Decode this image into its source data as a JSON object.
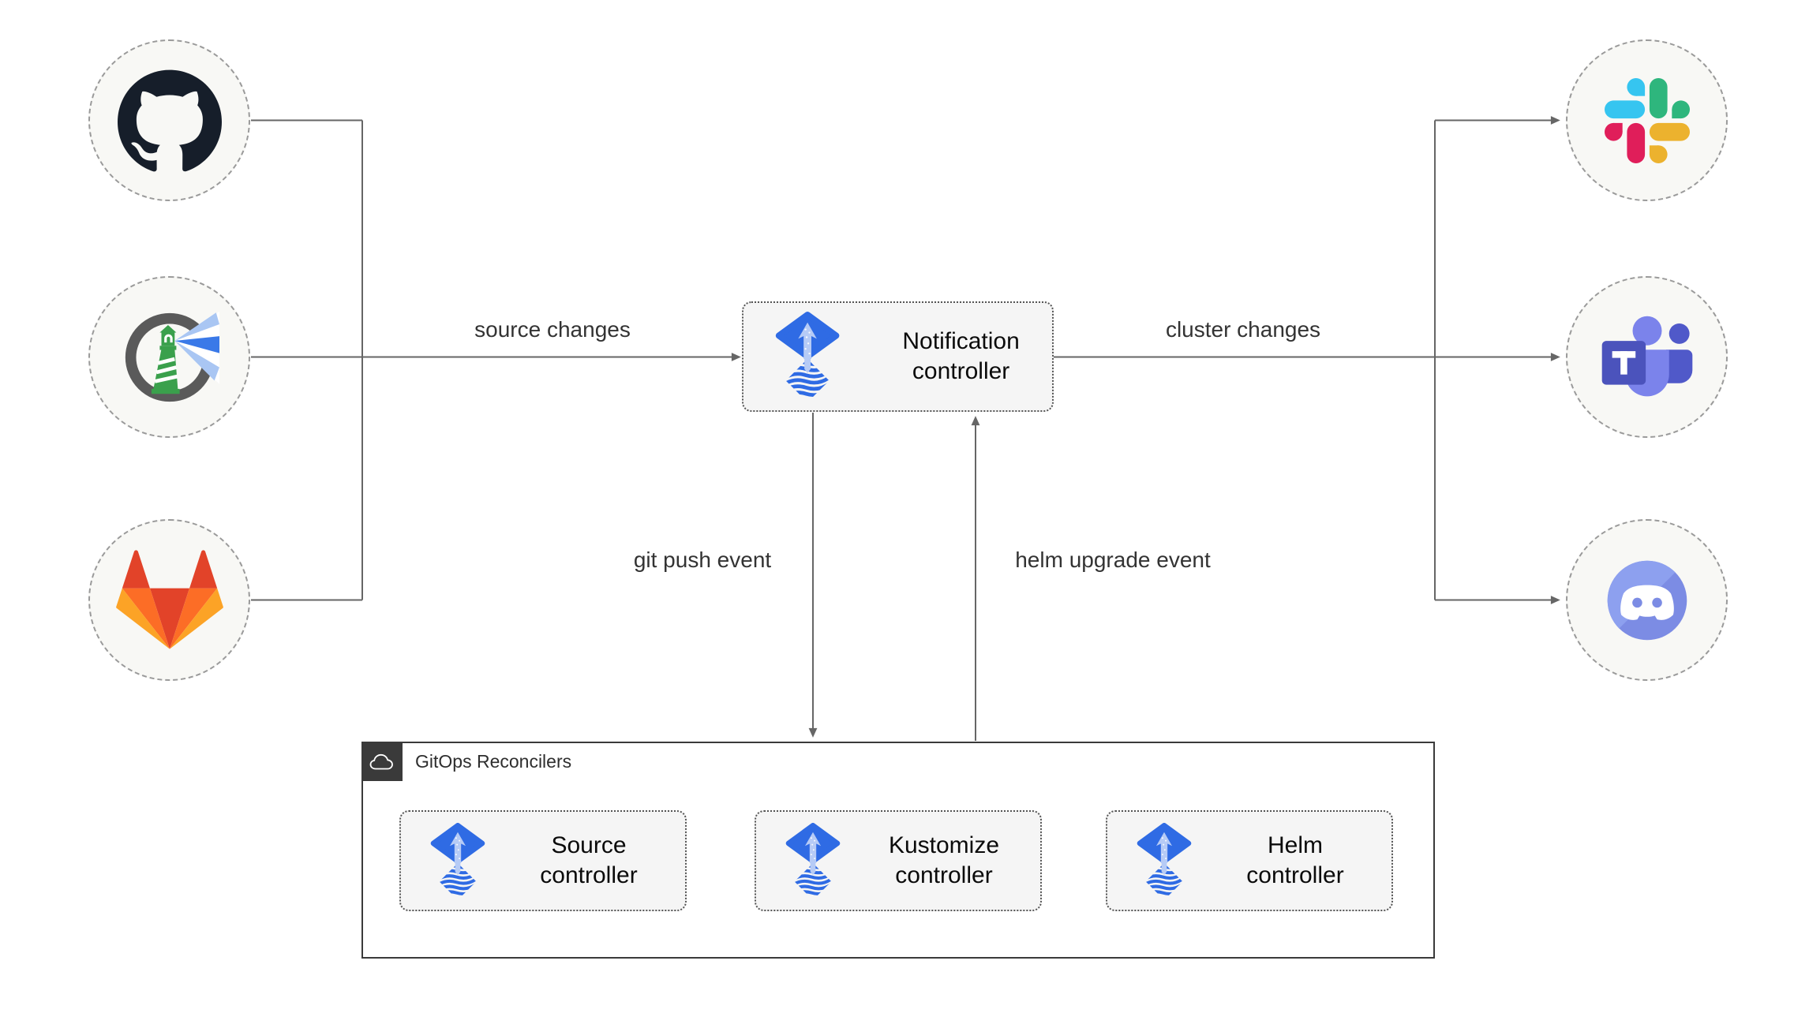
{
  "nodes": {
    "notification_controller": {
      "label": "Notification controller",
      "icon": "flux-logo"
    },
    "sources": [
      {
        "icon": "github-logo"
      },
      {
        "icon": "harbor-logo"
      },
      {
        "icon": "gitlab-logo"
      }
    ],
    "alert_providers": [
      {
        "icon": "slack-logo"
      },
      {
        "icon": "microsoft-teams-logo"
      },
      {
        "icon": "discord-logo"
      }
    ]
  },
  "edges": {
    "source_changes": "source changes",
    "cluster_changes": "cluster changes",
    "git_push_event": "git push event",
    "helm_upgrade_event": "helm upgrade event"
  },
  "reconcilers": {
    "title": "GitOps Reconcilers",
    "icon": "cloud-icon",
    "items": [
      {
        "label": "Source controller",
        "icon": "flux-logo"
      },
      {
        "label": "Kustomize controller",
        "icon": "flux-logo"
      },
      {
        "label": "Helm controller",
        "icon": "flux-logo"
      }
    ]
  },
  "colors": {
    "flux_blue": "#2F6BE4",
    "flux_light_blue": "#B6CBF6",
    "wire": "#666666",
    "node_fill": "#F5F5F5",
    "circle_fill": "#F8F8F5",
    "dark_header": "#3A3A3A",
    "github_dark": "#161E2A",
    "harbor_green": "#3AA04C",
    "gitlab_red": "#E24329",
    "gitlab_orange": "#FC6D26",
    "gitlab_yellow": "#FCA326",
    "slack_blue": "#36C5F0",
    "slack_green": "#2EB67D",
    "slack_yellow": "#ECB22E",
    "slack_red": "#E01E5A",
    "teams_front": "#4B53BC",
    "teams_mid": "#5059C9",
    "teams_back": "#7B83EB",
    "discord_blurple": "#7C8CE4"
  }
}
